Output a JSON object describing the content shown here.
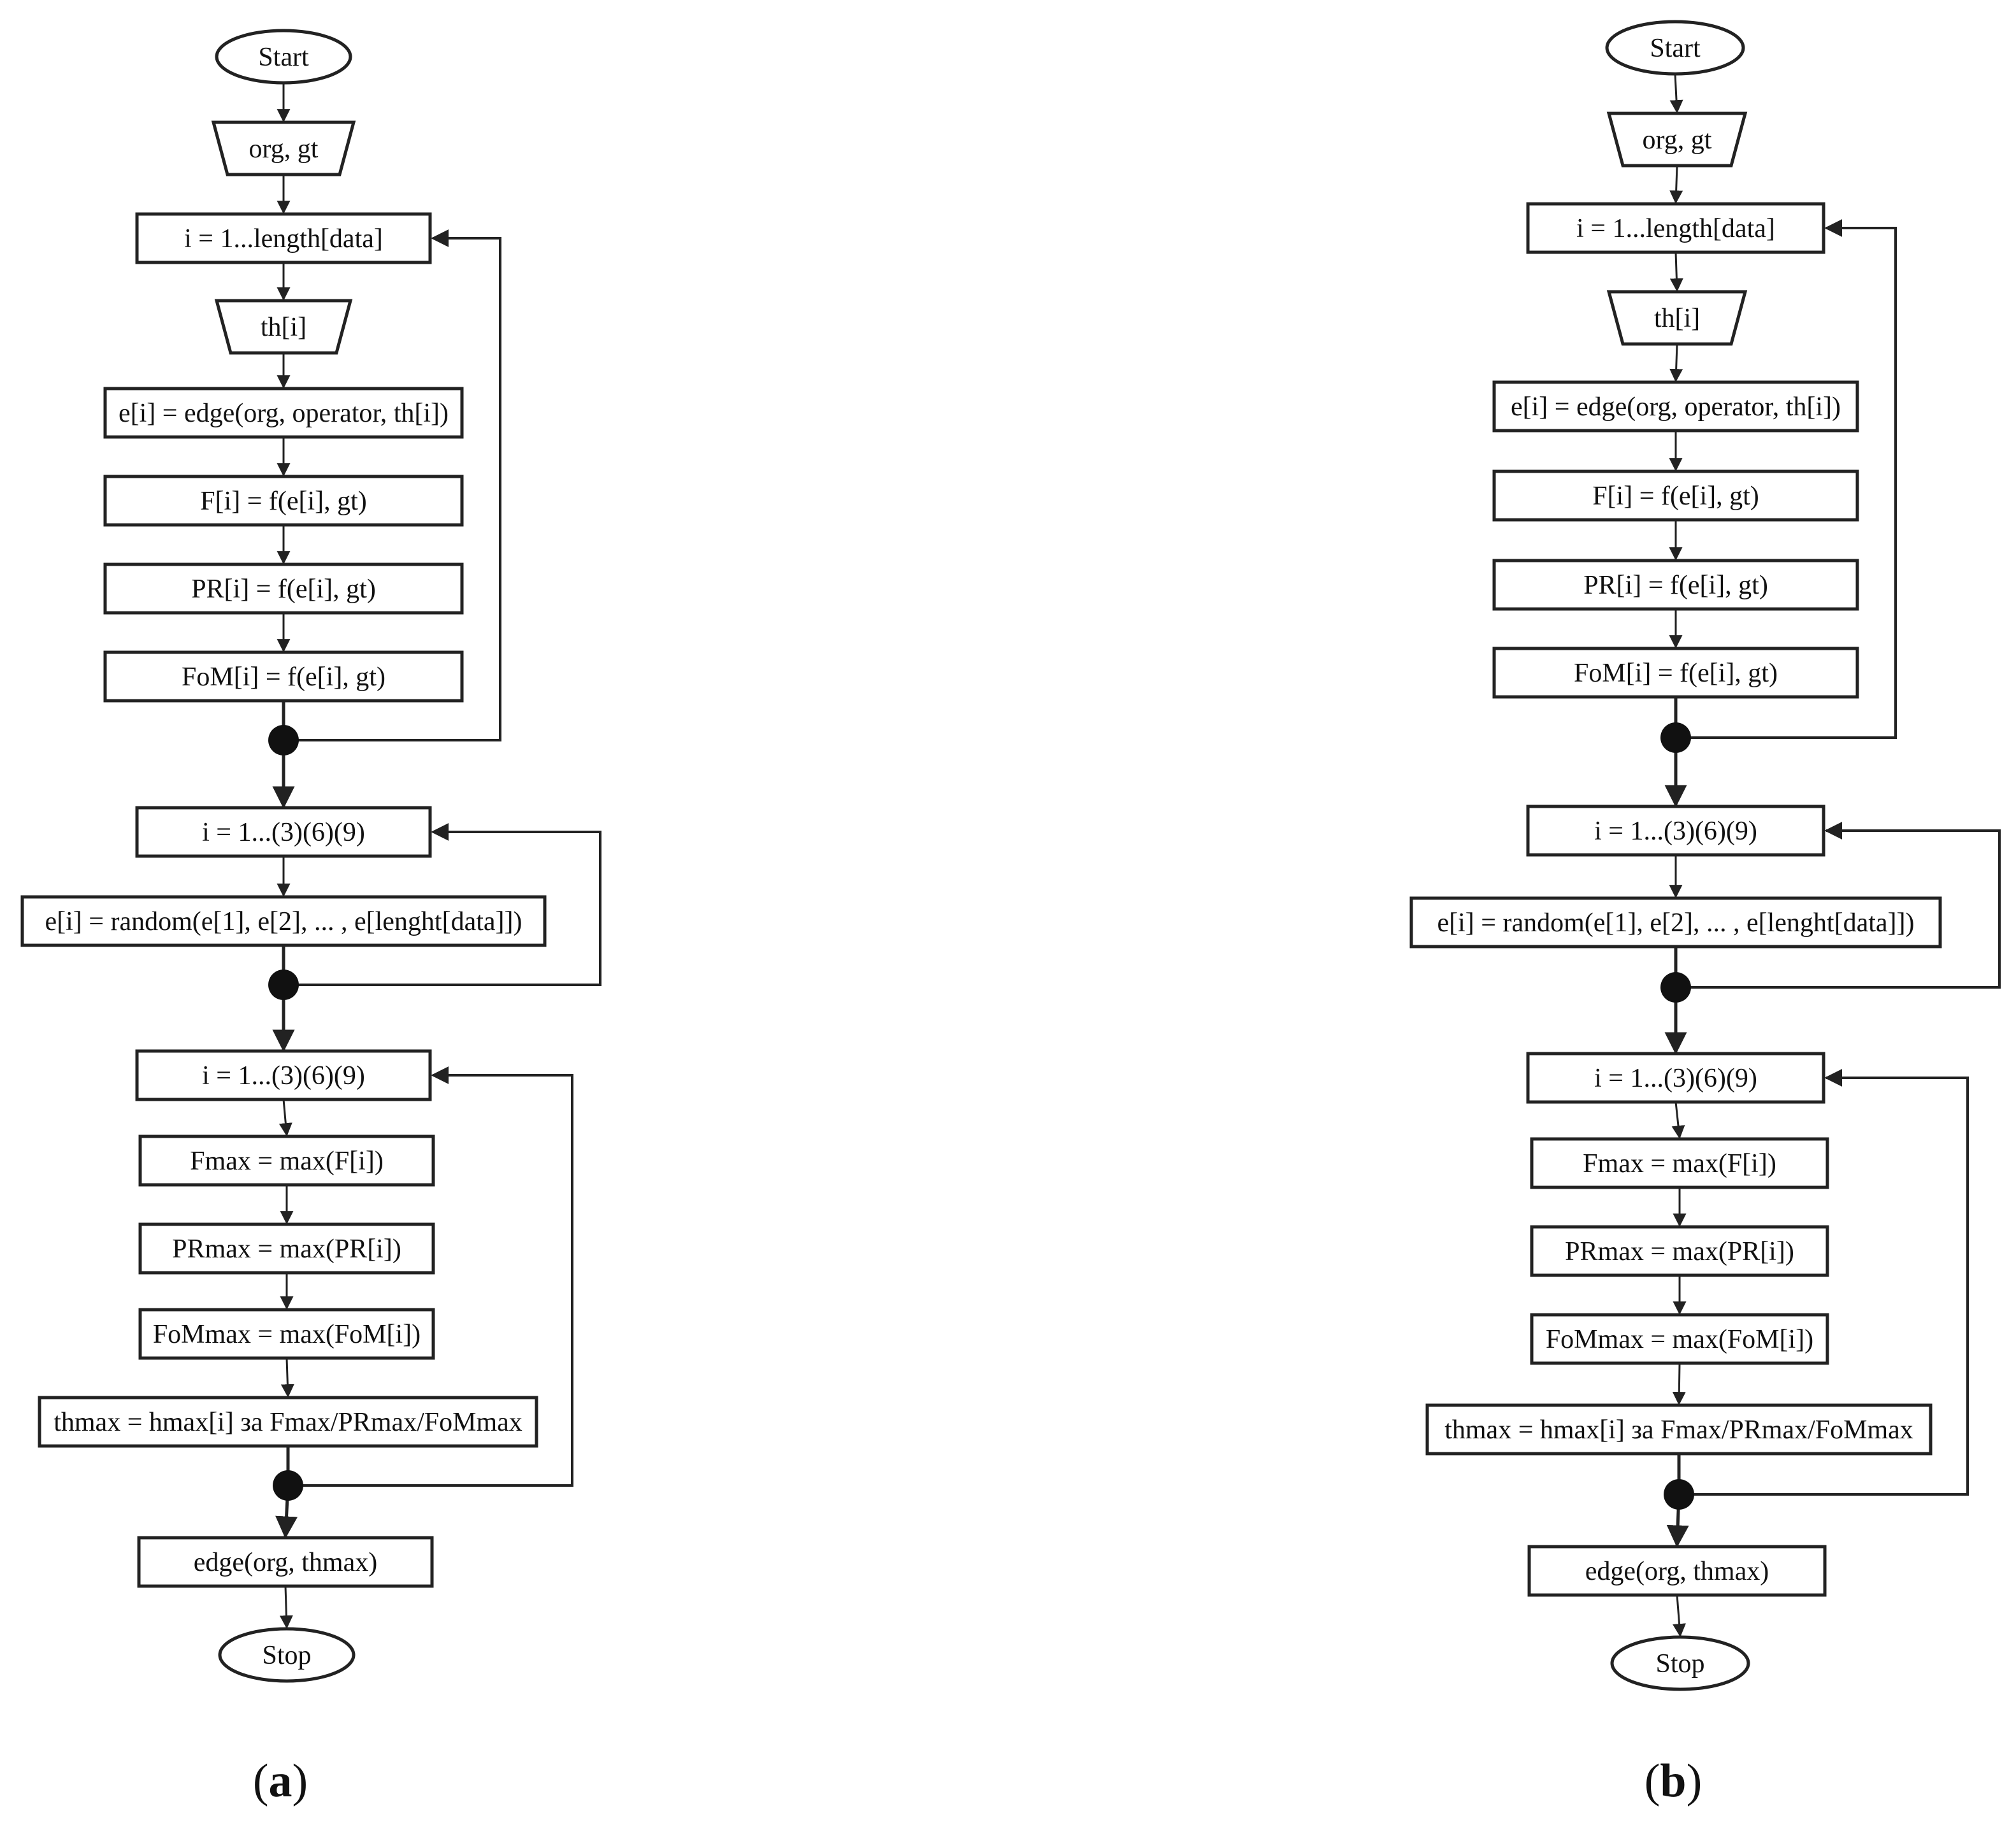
{
  "diagrams": [
    {
      "id": "a",
      "caption_open": "(",
      "caption_letter": "a",
      "caption_close": ")",
      "nodes": [
        "Start",
        "org, gt",
        "i = 1...length[data]",
        "th[i]",
        "e[i] = edge(org, operator, th[i])",
        "F[i] = f(e[i], gt)",
        "PR[i] = f(e[i], gt)",
        "FoM[i] = f(e[i], gt)",
        "i = 1...(3)(6)(9)",
        "e[i] = random(e[1], e[2], ... , e[lenght[data]])",
        "i = 1...(3)(6)(9)",
        "Fmax = max(F[i])",
        "PRmax = max(PR[i])",
        "FoMmax = max(FoM[i])",
        "thmax = hmax[i] за Fmax/PRmax/FoMmax",
        "edge(org, thmax)",
        "Stop"
      ]
    },
    {
      "id": "b",
      "caption_open": "(",
      "caption_letter": "b",
      "caption_close": ")",
      "nodes": [
        "Start",
        "org, gt",
        "i = 1...length[data]",
        "th[i]",
        "e[i] = edge(org, operator, th[i])",
        "F[i] = f(e[i], gt)",
        "PR[i] = f(e[i], gt)",
        "FoM[i] = f(e[i], gt)",
        "i = 1...(3)(6)(9)",
        "e[i] = random(e[1], e[2], ... , e[lenght[data]])",
        "i = 1...(3)(6)(9)",
        "Fmax = max(F[i])",
        "PRmax = max(PR[i])",
        "FoMmax = max(FoM[i])",
        "thmax = hmax[i] за Fmax/PRmax/FoMmax",
        "edge(org, thmax)",
        "Stop"
      ]
    }
  ],
  "colors": {
    "stroke": "#222222",
    "text": "#111111",
    "junction": "#111111",
    "background": "#ffffff"
  }
}
